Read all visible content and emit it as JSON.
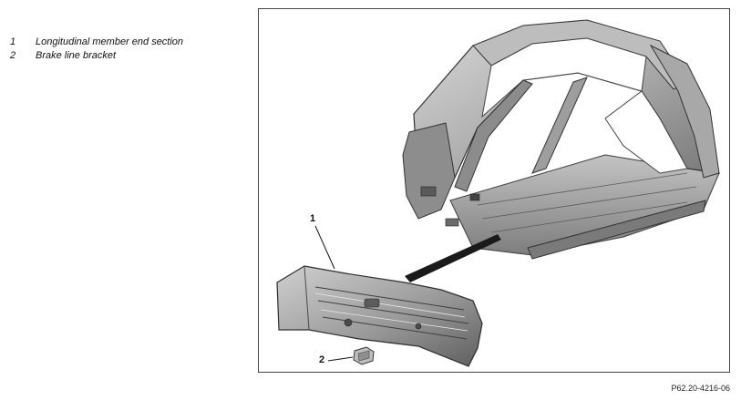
{
  "legend": [
    {
      "number": "1",
      "label": "Longitudinal member end section"
    },
    {
      "number": "2",
      "label": "Brake line bracket"
    }
  ],
  "callouts": {
    "part1": "1",
    "part2": "2"
  },
  "figure_code": "P62.20-4216-06"
}
